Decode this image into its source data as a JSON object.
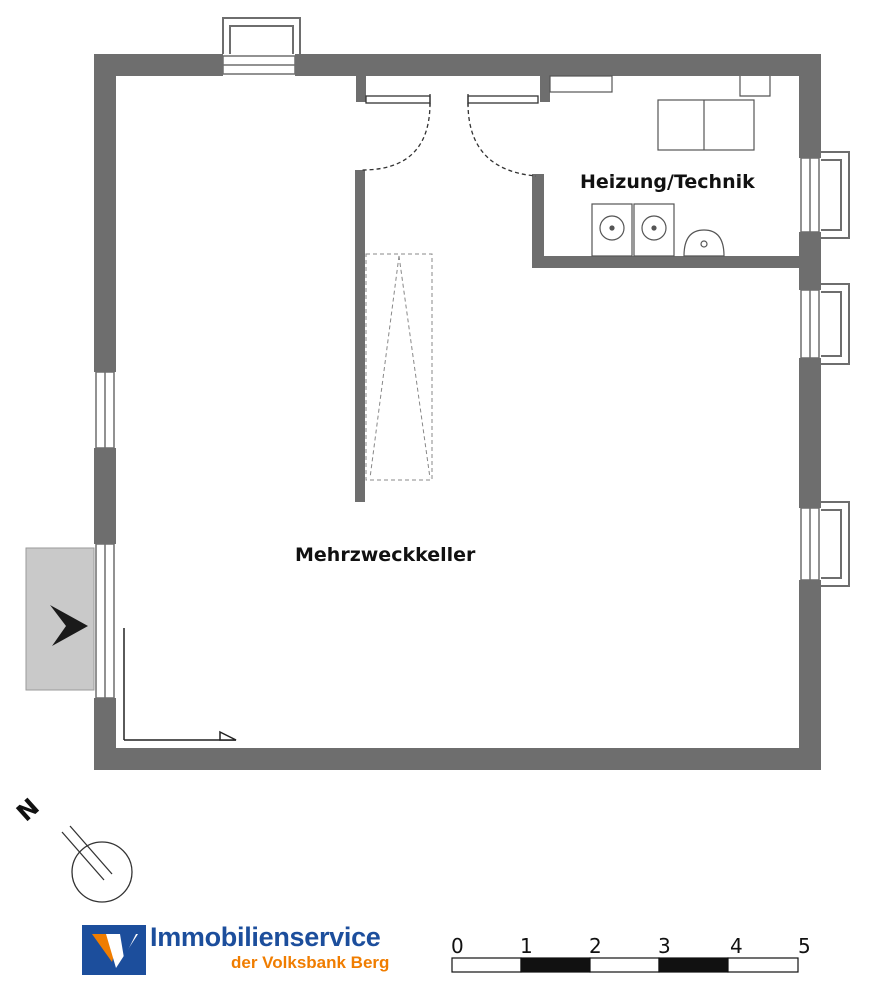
{
  "rooms": {
    "main": "Mehrzweckkeller",
    "technical": "Heizung/Technik"
  },
  "compass": {
    "north_label": "N"
  },
  "logo": {
    "title": "Immobilienservice",
    "subtitle": "der Volksbank Berg",
    "primary_color": "#1c4e9c",
    "accent_color": "#f07d00"
  },
  "scale_bar": {
    "ticks": [
      "0",
      "1",
      "2",
      "3",
      "4",
      "5"
    ]
  },
  "colors": {
    "wall": "#6e6e6e",
    "stair_area": "#c9c9c9"
  }
}
